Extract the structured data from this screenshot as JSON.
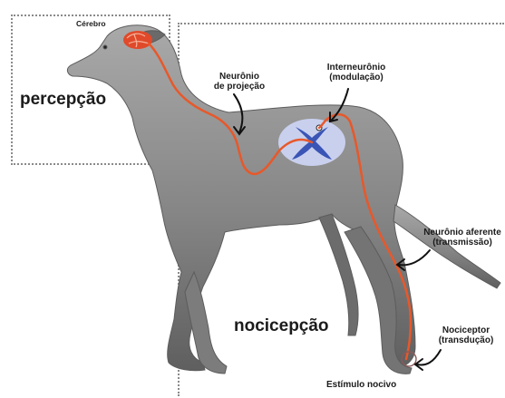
{
  "regions": {
    "perception_label": "percepção",
    "nociception_label": "nocicepção"
  },
  "labels": {
    "brain": "Cérebro",
    "projection_neuron": [
      "Neurônio",
      "de projeção"
    ],
    "interneuron": [
      "Interneurônio",
      "(modulação)"
    ],
    "afferent_neuron": [
      "Neurônio aferente",
      "(transmissão)"
    ],
    "nociceptor": [
      "Nociceptor",
      "(transdução)"
    ],
    "noxious_stimulus": "Estímulo nocivo"
  },
  "colors": {
    "nerve": "#e8582a",
    "spinal_cord": "#c9d0ee",
    "gray_matter": "#3a55b5",
    "brain": "#e04a2a",
    "box_border": "#8a8a8a",
    "dog_body": "#8f8f8f"
  }
}
